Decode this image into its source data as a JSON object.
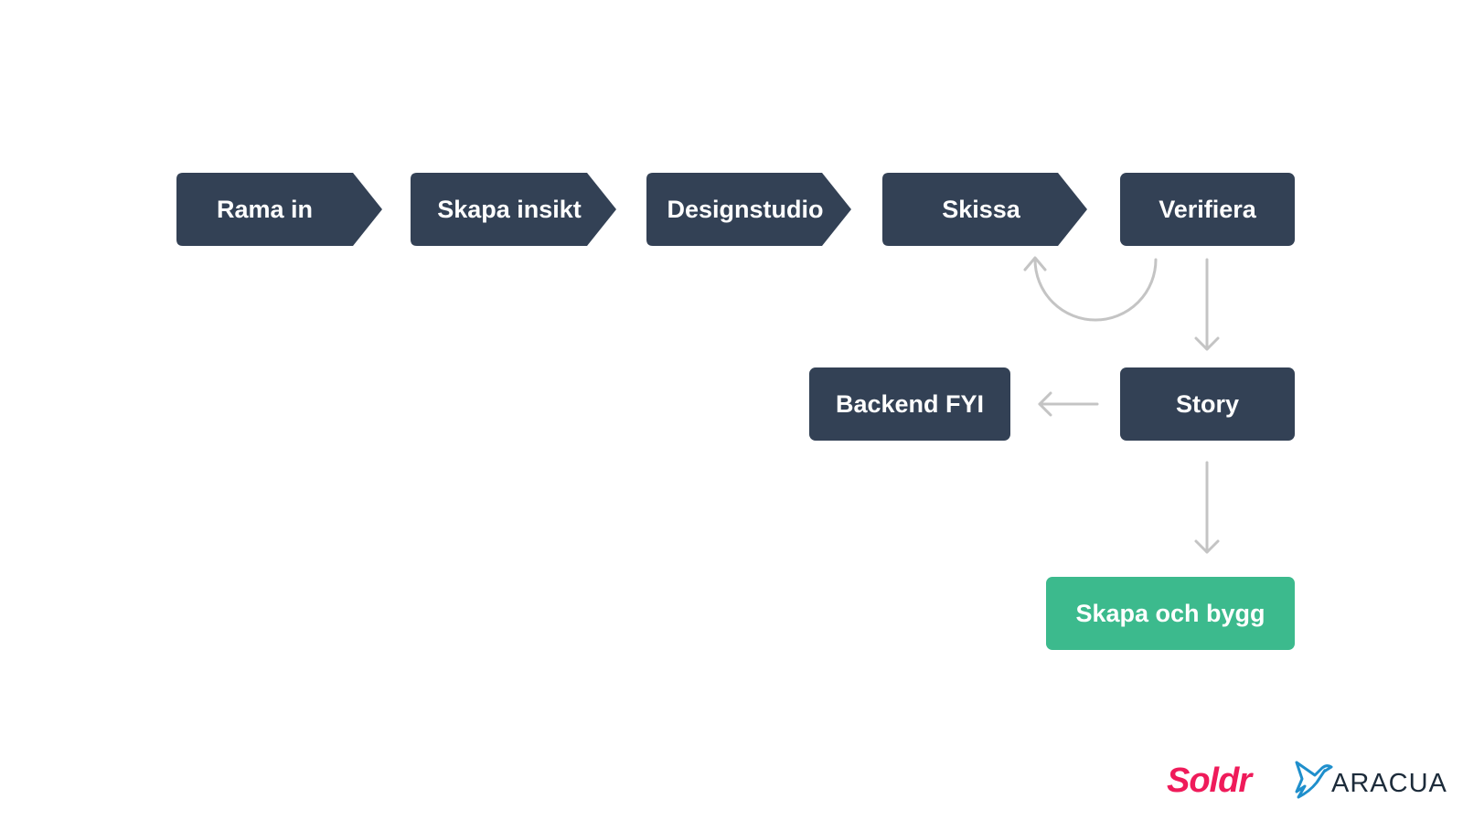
{
  "colors": {
    "step": "#334155",
    "final": "#3cba8d",
    "arrow": "#c4c4c4",
    "soldr": "#ef1b5a",
    "aracua_mark": "#1f8fcc",
    "aracua_text": "#1c2b3a"
  },
  "steps": {
    "rama_in": "Rama in",
    "skapa_insikt": "Skapa insikt",
    "designstudio": "Designstudio",
    "skissa": "Skissa",
    "verifiera": "Verifiera",
    "story": "Story",
    "backend_fyi": "Backend FYI",
    "skapa_och_bygg": "Skapa och bygg"
  },
  "logos": {
    "soldr": "Soldr",
    "aracua": "ARACUA",
    "aracua_mark_icon": "bird-icon"
  }
}
